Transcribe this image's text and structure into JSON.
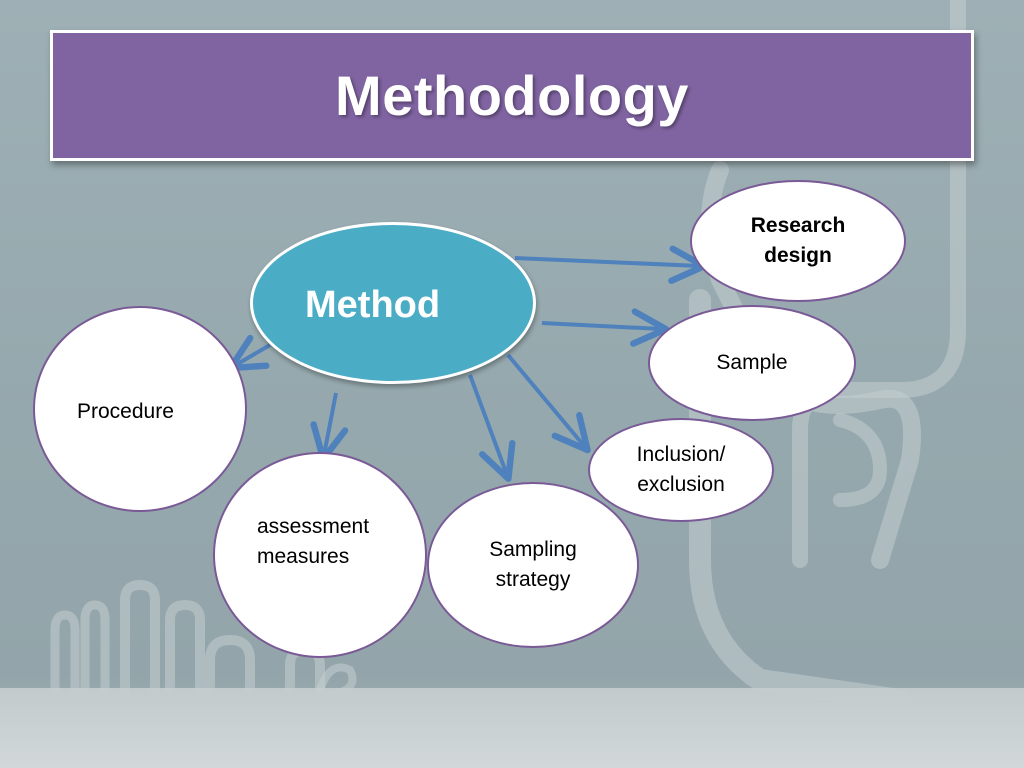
{
  "slide": {
    "title": "Methodology"
  },
  "diagram": {
    "center": "Method",
    "nodes": {
      "research_design": "Research\ndesign",
      "sample": "Sample",
      "inclusion_exclusion": "Inclusion/\nexclusion",
      "sampling_strategy": "Sampling\nstrategy",
      "assessment_measures": "assessment\nmeasures",
      "procedure": "Procedure"
    }
  },
  "colors": {
    "title_bar": "#8064a2",
    "center_node": "#4bacc6",
    "node_border": "#7a5a96",
    "arrow": "#4f81bd",
    "background": "#9aacb1"
  }
}
